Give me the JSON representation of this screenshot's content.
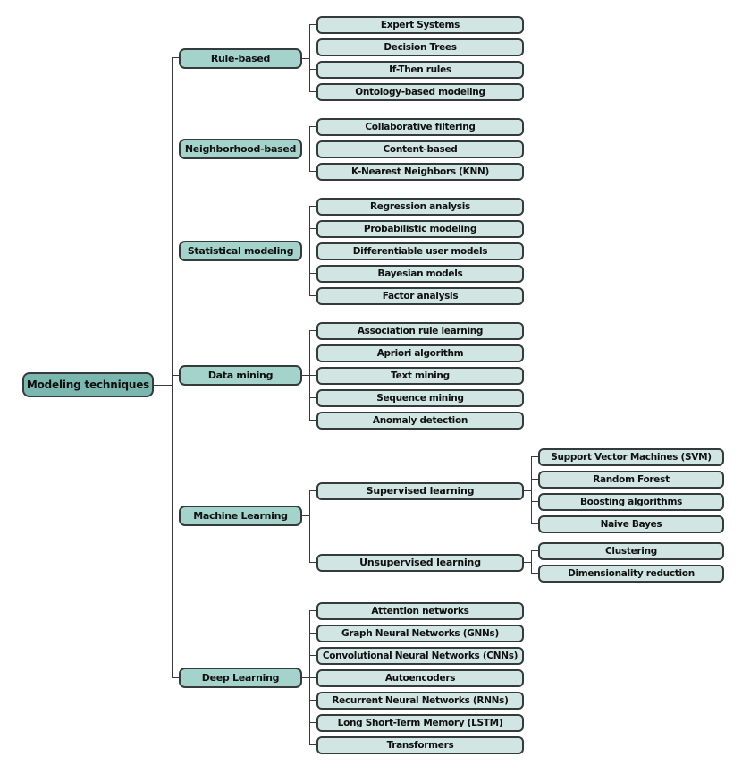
{
  "colors": {
    "background": "#ffffff",
    "root_fill": "#79b7af",
    "branch_fill": "#a3d3cb",
    "leaf_fill": "#d1e6e2",
    "node_border": "#343b3a",
    "connector_line": "#3a3a3a",
    "text": "#101010"
  },
  "tree": {
    "label": "Modeling techniques",
    "children": [
      {
        "label": "Rule-based",
        "children": [
          {
            "label": "Expert Systems"
          },
          {
            "label": "Decision Trees"
          },
          {
            "label": "If-Then rules"
          },
          {
            "label": "Ontology-based modeling"
          }
        ]
      },
      {
        "label": "Neighborhood-based",
        "children": [
          {
            "label": "Collaborative filtering"
          },
          {
            "label": "Content-based"
          },
          {
            "label": "K-Nearest Neighbors (KNN)"
          }
        ]
      },
      {
        "label": "Statistical modeling",
        "children": [
          {
            "label": "Regression analysis"
          },
          {
            "label": "Probabilistic modeling"
          },
          {
            "label": "Differentiable user models"
          },
          {
            "label": "Bayesian models"
          },
          {
            "label": "Factor analysis"
          }
        ]
      },
      {
        "label": "Data mining",
        "children": [
          {
            "label": "Association rule learning"
          },
          {
            "label": "Apriori algorithm"
          },
          {
            "label": "Text mining"
          },
          {
            "label": "Sequence mining"
          },
          {
            "label": "Anomaly detection"
          }
        ]
      },
      {
        "label": "Machine Learning",
        "children": [
          {
            "label": "Supervised learning",
            "children": [
              {
                "label": "Support Vector Machines (SVM)"
              },
              {
                "label": "Random Forest"
              },
              {
                "label": "Boosting algorithms"
              },
              {
                "label": "Naive Bayes"
              }
            ]
          },
          {
            "label": "Unsupervised learning",
            "children": [
              {
                "label": "Clustering"
              },
              {
                "label": "Dimensionality reduction"
              }
            ]
          }
        ]
      },
      {
        "label": "Deep Learning",
        "children": [
          {
            "label": "Attention networks"
          },
          {
            "label": "Graph Neural Networks (GNNs)"
          },
          {
            "label": "Convolutional Neural Networks (CNNs)"
          },
          {
            "label": "Autoencoders"
          },
          {
            "label": "Recurrent Neural Networks (RNNs)"
          },
          {
            "label": "Long Short-Term Memory (LSTM)"
          },
          {
            "label": "Transformers"
          }
        ]
      }
    ]
  }
}
